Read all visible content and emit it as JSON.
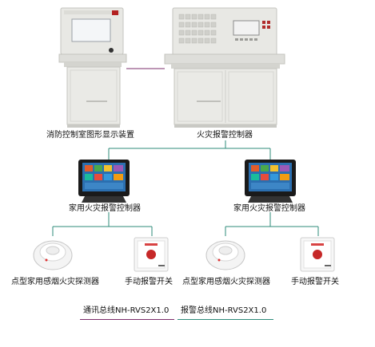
{
  "labels": {
    "graphic_display": "消防控制室图形显示装置",
    "main_controller": "火灾报警控制器",
    "home_controller_left": "家用火灾报警控制器",
    "home_controller_right": "家用火灾报警控制器",
    "smoke_detector_left": "点型家用感烟火灾探测器",
    "manual_switch_left": "手动报警开关",
    "smoke_detector_right": "点型家用感烟火灾探测器",
    "manual_switch_right": "手动报警开关"
  },
  "legend": {
    "comm_bus": "通讯总线NH-RVS2X1.0",
    "alarm_bus": "报警总线NH-RVS2X1.0"
  },
  "colors": {
    "comm_bus": "#7b2d6b",
    "alarm_bus": "#2e8b7a",
    "cabinet": "#e6e6e2",
    "cabinet_shadow": "#c9c9c4"
  }
}
